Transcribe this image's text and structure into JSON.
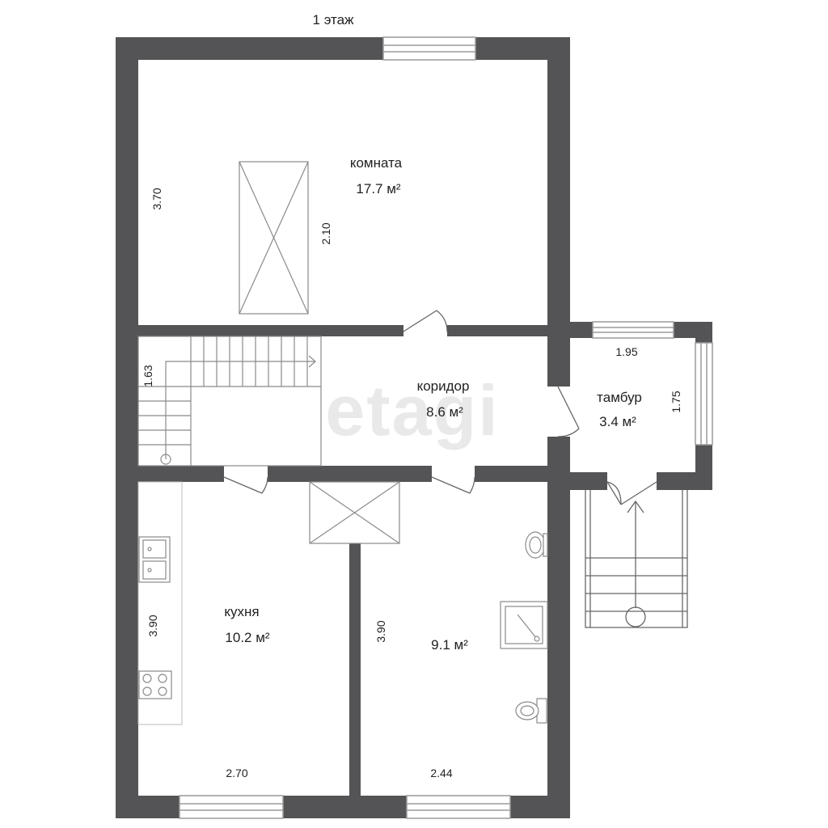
{
  "floor_title": "1 этаж",
  "watermark": "etagi",
  "area_unit": "м²",
  "colors": {
    "wall": "#545456",
    "line": "#8a8a8a",
    "window_frame": "#9a9a9a",
    "background": "#ffffff"
  },
  "rooms": {
    "room": {
      "name": "комната",
      "area": "17.7 м²"
    },
    "corridor": {
      "name": "коридор",
      "area": "8.6 м²"
    },
    "vestibule": {
      "name": "тамбур",
      "area": "3.4 м²"
    },
    "kitchen": {
      "name": "кухня",
      "area": "10.2 м²"
    },
    "bathroom": {
      "name": "",
      "area": "9.1 м²"
    }
  },
  "dimensions": {
    "room_height": "3.70",
    "room_inner": "2.10",
    "corridor_height": "1.63",
    "vestibule_width": "1.95",
    "vestibule_height": "1.75",
    "kitchen_height": "3.90",
    "kitchen_width": "2.70",
    "bath_height": "3.90",
    "bath_width": "2.44"
  },
  "icons": [
    "window-icon",
    "door-icon",
    "staircase-icon",
    "sink-icon",
    "stove-icon",
    "washbasin-icon",
    "shower-icon",
    "toilet-icon",
    "ventilation-shaft-icon",
    "entrance-arrow-icon"
  ]
}
